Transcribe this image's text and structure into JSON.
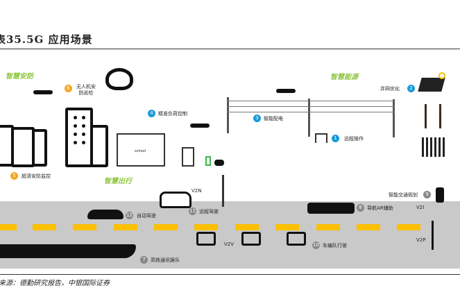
{
  "header": {
    "title": "表35.5G 应用场景"
  },
  "zones": {
    "security": "智慧安防",
    "energy": "智慧能源",
    "mobility": "智慧出行"
  },
  "items": [
    {
      "num": "1",
      "label": "远程操作"
    },
    {
      "num": "2",
      "label": "并网优化"
    },
    {
      "num": "3",
      "label": "智能配电"
    },
    {
      "num": "4",
      "label": "精准负荷控制"
    },
    {
      "num": "5",
      "label": "超清安防监控"
    },
    {
      "num": "6",
      "label": "无人机安防巡检"
    },
    {
      "num": "7",
      "label": "高铁通讯娱乐"
    },
    {
      "num": "8",
      "label": "导航AR辅助"
    },
    {
      "num": "9",
      "label": "智能交通规划"
    },
    {
      "num": "10",
      "label": "车编队行驶"
    },
    {
      "num": "11",
      "label": "远程驾驶"
    },
    {
      "num": "12",
      "label": "自动驾驶"
    }
  ],
  "links": {
    "v2n": "V2N",
    "v2v": "V2V",
    "v2i": "V2I",
    "v2p": "V2P"
  },
  "school": "school",
  "source": "来源：德勤研究报告，中银国际证券",
  "colors": {
    "green": "#8cc63f",
    "orange": "#f5a623",
    "blue": "#1a9ad6",
    "road": "#c9c9c9",
    "lane": "#fbc000"
  }
}
